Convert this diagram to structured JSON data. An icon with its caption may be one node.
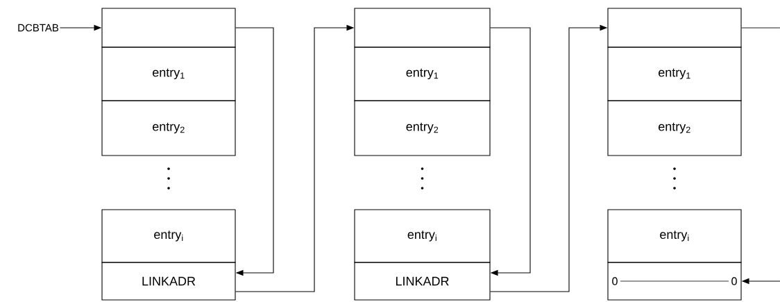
{
  "diagram": {
    "nodes": [
      {
        "text": [
          "DCBTAB"
        ]
      },
      {
        "text": [],
        "shape": "box"
      },
      {
        "text": [
          "entry$_{1}$"
        ]
      },
      {
        "text": [
          "entry$_{2}$"
        ]
      },
      {
        "text": [
          "entry$_{i}$"
        ]
      },
      {
        "text": [
          "LINKADR"
        ]
      },
      {
        "text": [],
        "shape": "box"
      },
      {
        "text": [
          "entry$_{1}$"
        ]
      },
      {
        "text": [
          "entry$_{2}$"
        ]
      },
      {
        "text": [
          "entry$_{i}$"
        ]
      },
      {
        "text": [
          "LINKADR"
        ]
      },
      {
        "text": [],
        "shape": "box"
      },
      {
        "text": [
          "entry$_{1}$"
        ]
      },
      {
        "text": [
          "entry$_{2}$"
        ]
      },
      {
        "text": [
          "entry$_{i}$"
        ]
      },
      {
        "text": [
          "0",
          "0"
        ]
      }
    ],
    "edges": [
      {
        "from": 0,
        "to": 1,
        "arrow": "to"
      },
      {
        "from": 1,
        "to": 5,
        "arrow": "to"
      },
      {
        "from": 5,
        "to": 6,
        "arrow": "to"
      },
      {
        "from": 6,
        "to": 10,
        "arrow": "to"
      },
      {
        "from": 10,
        "to": 11,
        "arrow": "to"
      },
      {
        "from": 11,
        "to": null,
        "arrow": "none"
      },
      {
        "from": null,
        "to": 15,
        "arrow": "to"
      }
    ]
  }
}
